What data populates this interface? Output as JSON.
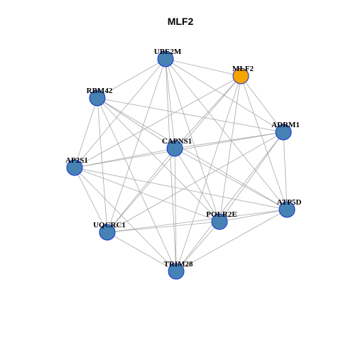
{
  "title": "MLF2",
  "colors": {
    "node_default": "#4682b4",
    "node_highlight": "#f5a500",
    "node_border": "#1a2fd6",
    "edge": "#a9a9a9"
  },
  "nodes": [
    {
      "id": "UBE2M",
      "label": "UBE2M",
      "highlight": false
    },
    {
      "id": "MLF2",
      "label": "MLF2",
      "highlight": true
    },
    {
      "id": "RBM42",
      "label": "RBM42",
      "highlight": false
    },
    {
      "id": "ADRM1",
      "label": "ADRM1",
      "highlight": false
    },
    {
      "id": "CAPNS1",
      "label": "CAPNS1",
      "highlight": false
    },
    {
      "id": "AP2S1",
      "label": "AP2S1",
      "highlight": false
    },
    {
      "id": "ATP5D",
      "label": "ATP5D",
      "highlight": false
    },
    {
      "id": "POLR2E",
      "label": "POLR2E",
      "highlight": false
    },
    {
      "id": "UQCRC1",
      "label": "UQCRC1",
      "highlight": false
    },
    {
      "id": "TRIM28",
      "label": "TRIM28",
      "highlight": false
    }
  ],
  "edges": [
    [
      "UBE2M",
      "MLF2"
    ],
    [
      "UBE2M",
      "RBM42"
    ],
    [
      "UBE2M",
      "ADRM1"
    ],
    [
      "UBE2M",
      "CAPNS1"
    ],
    [
      "UBE2M",
      "AP2S1"
    ],
    [
      "UBE2M",
      "ATP5D"
    ],
    [
      "UBE2M",
      "POLR2E"
    ],
    [
      "UBE2M",
      "UQCRC1"
    ],
    [
      "UBE2M",
      "TRIM28"
    ],
    [
      "MLF2",
      "CAPNS1"
    ],
    [
      "MLF2",
      "ADRM1"
    ],
    [
      "MLF2",
      "ATP5D"
    ],
    [
      "MLF2",
      "POLR2E"
    ],
    [
      "MLF2",
      "AP2S1"
    ],
    [
      "MLF2",
      "TRIM28"
    ],
    [
      "MLF2",
      "UQCRC1"
    ],
    [
      "RBM42",
      "CAPNS1"
    ],
    [
      "RBM42",
      "ADRM1"
    ],
    [
      "RBM42",
      "AP2S1"
    ],
    [
      "RBM42",
      "ATP5D"
    ],
    [
      "RBM42",
      "POLR2E"
    ],
    [
      "RBM42",
      "UQCRC1"
    ],
    [
      "RBM42",
      "TRIM28"
    ],
    [
      "ADRM1",
      "CAPNS1"
    ],
    [
      "ADRM1",
      "AP2S1"
    ],
    [
      "ADRM1",
      "ATP5D"
    ],
    [
      "ADRM1",
      "POLR2E"
    ],
    [
      "ADRM1",
      "UQCRC1"
    ],
    [
      "ADRM1",
      "TRIM28"
    ],
    [
      "CAPNS1",
      "AP2S1"
    ],
    [
      "CAPNS1",
      "ATP5D"
    ],
    [
      "CAPNS1",
      "POLR2E"
    ],
    [
      "CAPNS1",
      "UQCRC1"
    ],
    [
      "CAPNS1",
      "TRIM28"
    ],
    [
      "AP2S1",
      "ATP5D"
    ],
    [
      "AP2S1",
      "POLR2E"
    ],
    [
      "AP2S1",
      "UQCRC1"
    ],
    [
      "AP2S1",
      "TRIM28"
    ],
    [
      "ATP5D",
      "POLR2E"
    ],
    [
      "ATP5D",
      "UQCRC1"
    ],
    [
      "ATP5D",
      "TRIM28"
    ],
    [
      "POLR2E",
      "UQCRC1"
    ],
    [
      "POLR2E",
      "TRIM28"
    ],
    [
      "UQCRC1",
      "TRIM28"
    ]
  ]
}
